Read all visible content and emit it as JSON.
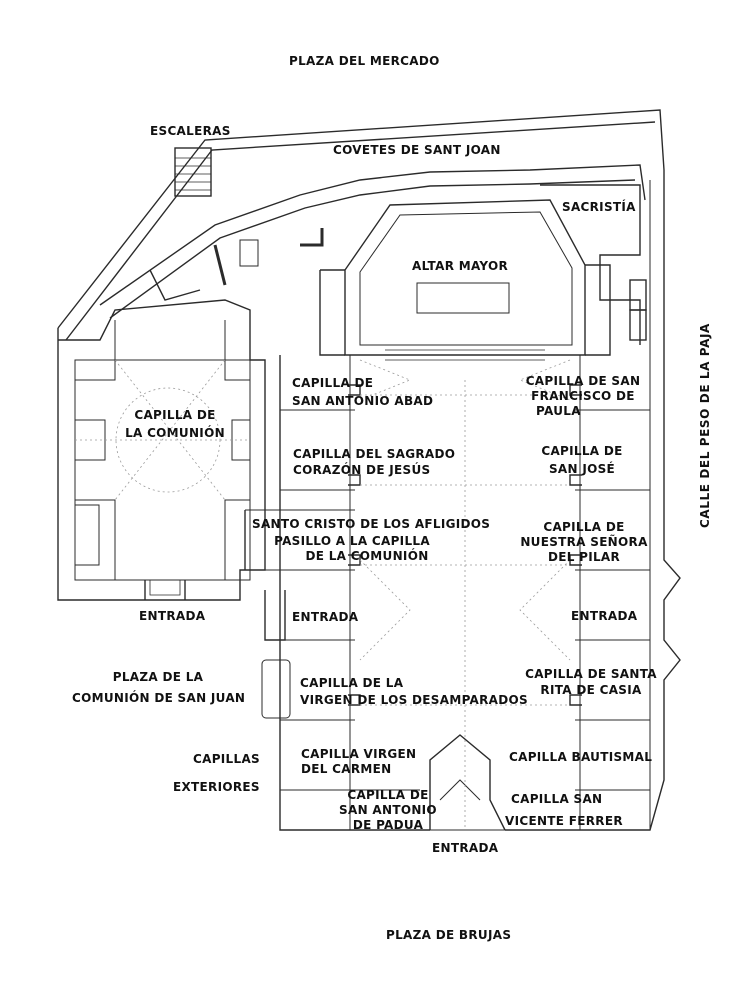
{
  "streets": {
    "north": "PLAZA DEL MERCADO",
    "south": "PLAZA DE BRUJAS",
    "east": "CALLE DEL PESO DE LA PAJA",
    "west_line1": "PLAZA DE LA",
    "west_line2": "COMUNIÓN DE SAN JUAN"
  },
  "labels": {
    "escaleras": "ESCALERAS",
    "covetes": "COVETES DE SANT JOAN",
    "sacristia": "SACRISTÍA",
    "altar_mayor": "ALTAR MAYOR",
    "capilla_comunion_1": "CAPILLA DE",
    "capilla_comunion_2": "LA COMUNIÓN",
    "san_antonio_abad_1": "CAPILLA DE",
    "san_antonio_abad_2": "SAN ANTONIO ABAD",
    "san_francisco_1": "CAPILLA DE SAN",
    "san_francisco_2": "FRANCISCO DE",
    "san_francisco_3": "PAULA",
    "sagrado_1": "CAPILLA DEL SAGRADO",
    "sagrado_2": "CORAZÓN DE JESÚS",
    "san_jose_1": "CAPILLA DE",
    "san_jose_2": "SAN JOSÉ",
    "santo_cristo": "SANTO CRISTO DE LOS AFLIGIDOS",
    "pasillo_1": "PASILLO A LA CAPILLA",
    "pasillo_2": "DE LA COMUNIÓN",
    "pilar_1": "CAPILLA DE",
    "pilar_2": "NUESTRA SEÑORA",
    "pilar_3": "DEL PILAR",
    "entrada_west": "ENTRADA",
    "entrada_nave_left": "ENTRADA",
    "entrada_nave_right": "ENTRADA",
    "entrada_south": "ENTRADA",
    "desamparados_1": "CAPILLA DE LA",
    "desamparados_2": "VIRGEN DE LOS DESAMPARADOS",
    "santa_rita_1": "CAPILLA DE SANTA",
    "santa_rita_2": "RITA DE CASIA",
    "capillas": "CAPILLAS",
    "exteriores": "EXTERIORES",
    "carmen_1": "CAPILLA VIRGEN",
    "carmen_2": "DEL CARMEN",
    "bautismal": "CAPILLA BAUTISMAL",
    "padua_1": "CAPILLA DE",
    "padua_2": "SAN ANTONIO",
    "padua_3": "DE PADUA",
    "vicente_1": "CAPILLA SAN",
    "vicente_2": "VICENTE FERRER"
  },
  "colors": {
    "wall": "#2b2b2b",
    "dotted": "#9a9a9a",
    "paper": "#ffffff"
  }
}
